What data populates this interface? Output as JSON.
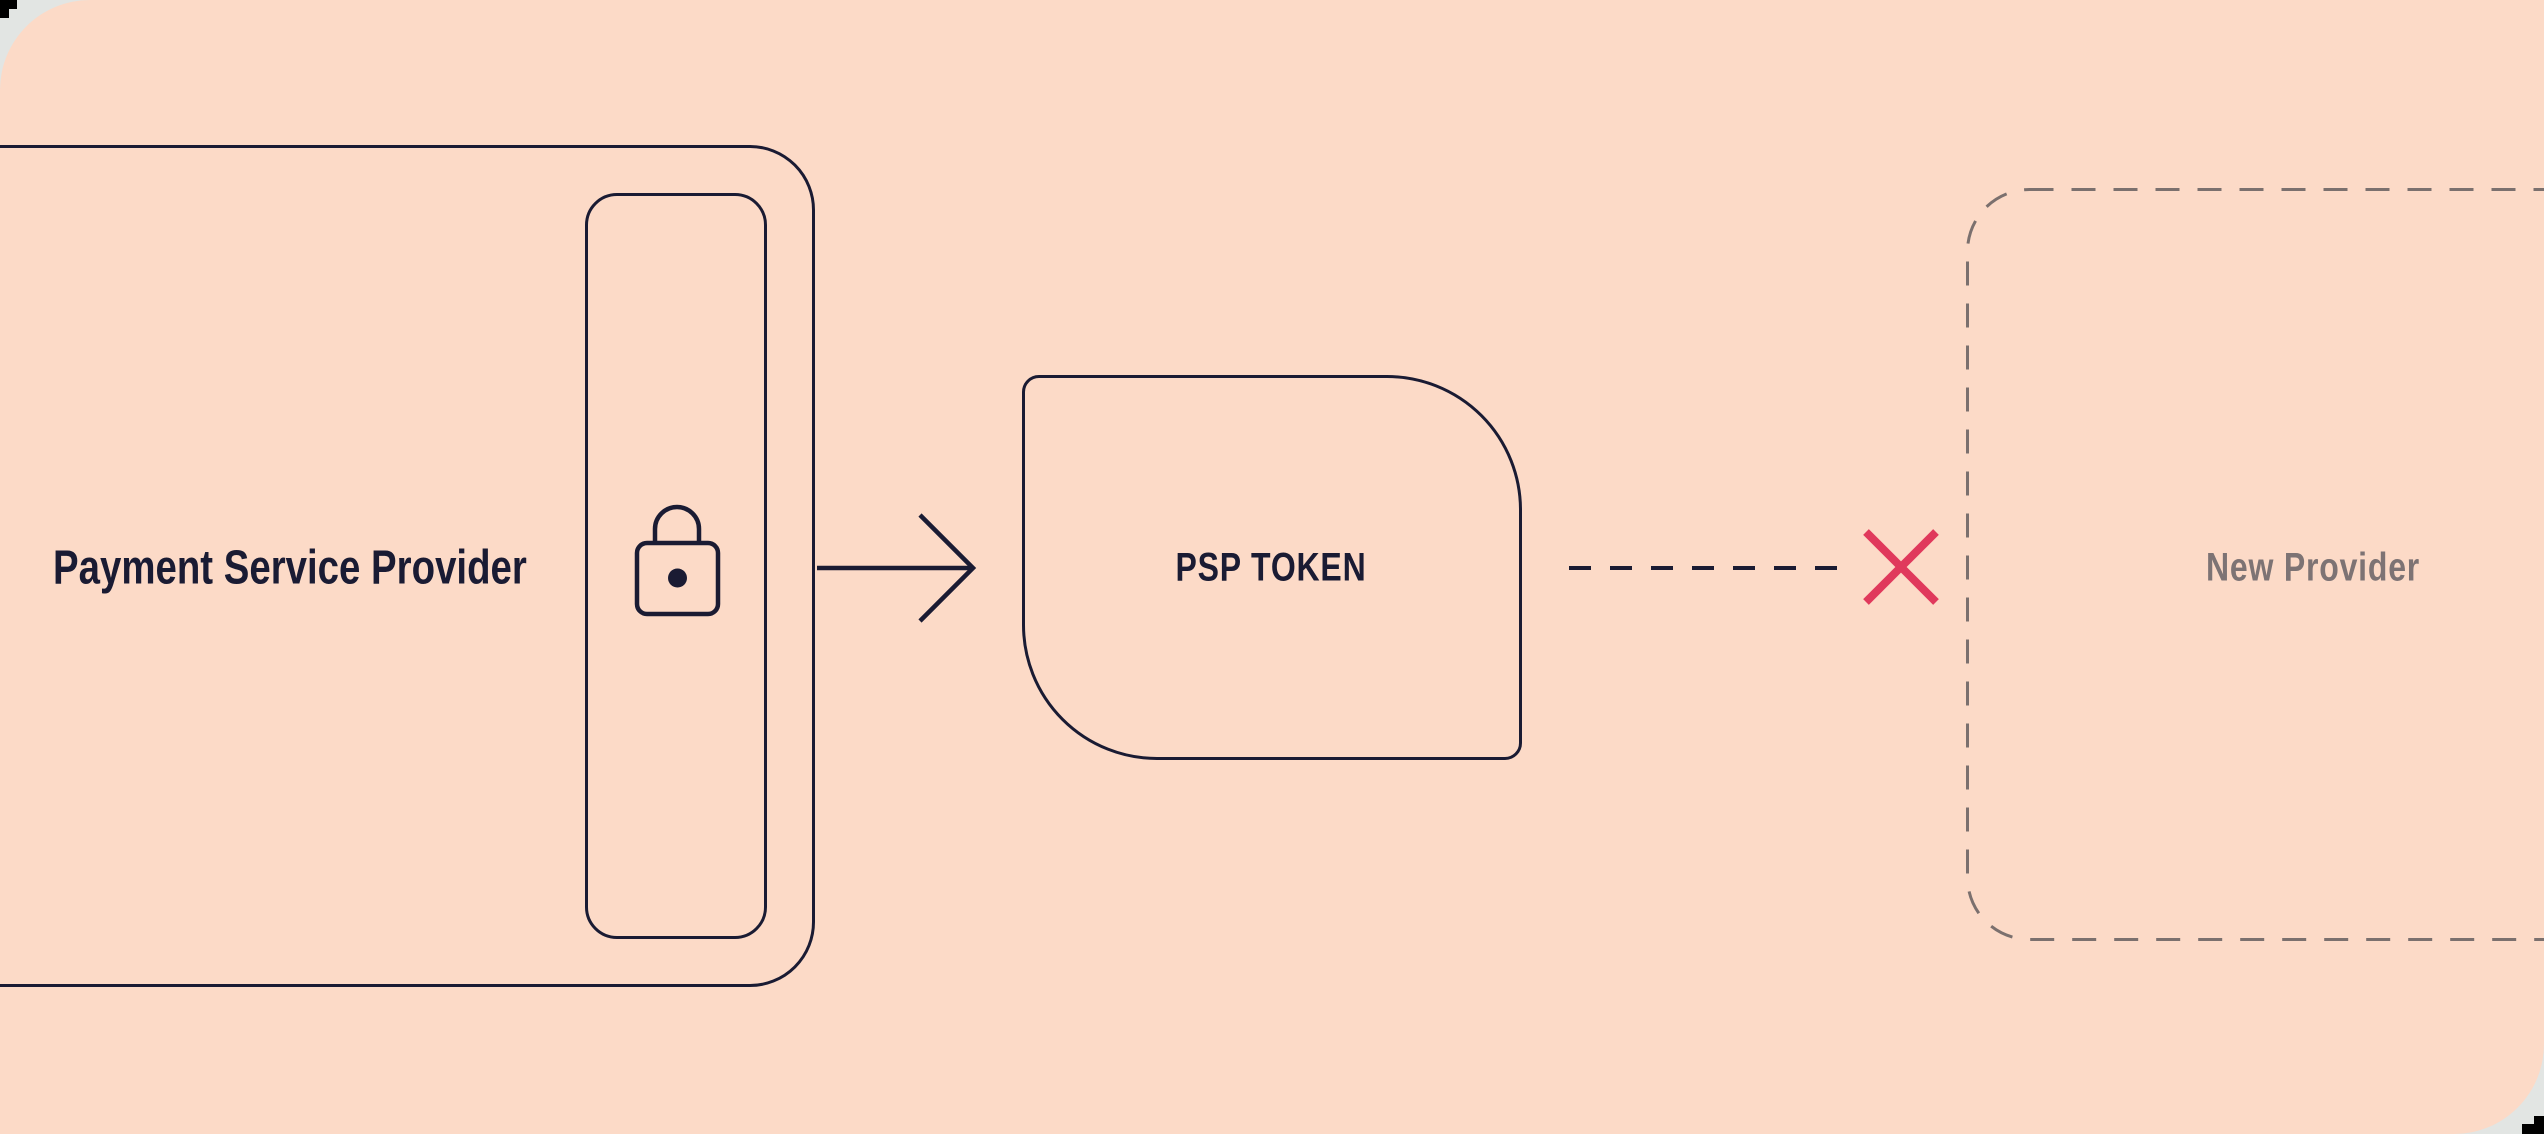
{
  "diagram": {
    "title_hint": "PSP token lock-in flow",
    "nodes": [
      {
        "id": "psp",
        "label": "Payment Service Provider",
        "style": "solid-rounded-box"
      },
      {
        "id": "psp_token",
        "label": "PSP TOKEN",
        "style": "leaf-shaped-token"
      },
      {
        "id": "new_provider",
        "label": "New Provider",
        "style": "dashed-rounded-box"
      }
    ],
    "connectors": [
      {
        "from": "psp",
        "to": "psp_token",
        "style": "solid-line-open-arrowhead"
      },
      {
        "from": "psp_token",
        "to": "new_provider",
        "style": "dashed-line",
        "status": "blocked",
        "icon": "cross-icon"
      }
    ],
    "icons": [
      {
        "name": "lock-icon",
        "location": "inside token slot of Payment Service Provider box"
      },
      {
        "name": "cross-icon",
        "location": "on dashed connector before New Provider box"
      }
    ]
  },
  "colors": {
    "bg": "#fcdac7",
    "ink": "#1a1b33",
    "blocked": "#e0395c",
    "muted_text": "#7d7374",
    "muted_dash": "#7b706e",
    "outside": "#e2e5e3",
    "artifact": "#000000"
  }
}
